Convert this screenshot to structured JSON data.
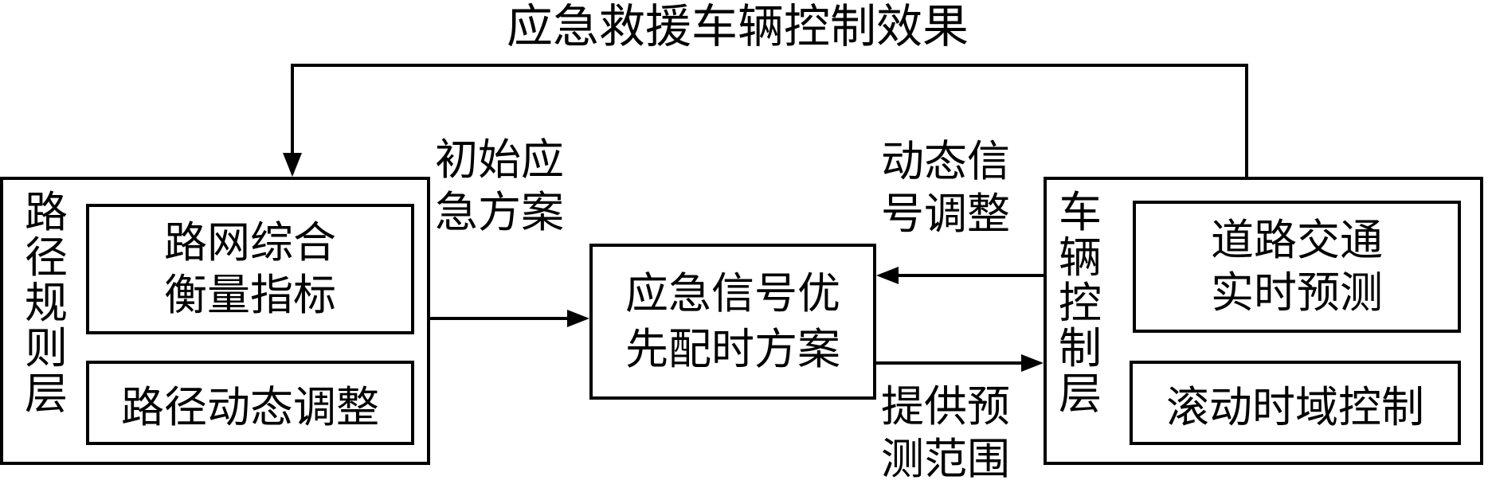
{
  "top_label": "应急救援车辆控制效果",
  "left_layer": {
    "title": "路径规则层",
    "box1": {
      "line1": "路网综合",
      "line2": "衡量指标"
    },
    "box2": "路径动态调整"
  },
  "left_arrow_label": {
    "line1": "初始应",
    "line2": "急方案"
  },
  "center_box": {
    "line1": "应急信号优",
    "line2": "先配时方案"
  },
  "right_top_label": {
    "line1": "动态信",
    "line2": "号调整"
  },
  "right_bottom_label": {
    "line1": "提供预",
    "line2": "测范围"
  },
  "right_layer": {
    "title": "车辆控制层",
    "box1": {
      "line1": "道路交通",
      "line2": "实时预测"
    },
    "box2": "滚动时域控制"
  }
}
